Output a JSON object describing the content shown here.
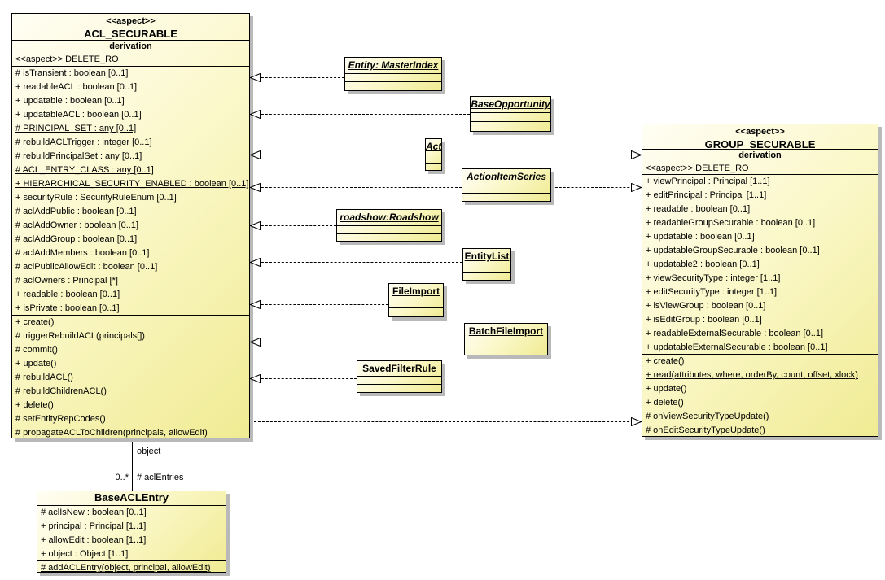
{
  "diagram": {
    "background": "#ffffff",
    "box_fill_top": "#fffef4",
    "box_fill_bottom": "#f0eb93",
    "border_color": "#000000",
    "shadow_color": "#b9b9b9"
  },
  "classes": {
    "acl_securable": {
      "stereotype": "<<aspect>>",
      "name": "ACL_SECURABLE",
      "tag": "derivation",
      "substereotype": "<<aspect>> DELETE_RO",
      "attributes": [
        "# isTransient : boolean [0..1]",
        "+ readableACL : boolean [0..1]",
        "+ updatable : boolean [0..1]",
        "+ updatableACL : boolean [0..1]",
        {
          "text": "# PRINCIPAL_SET : any [0..1]",
          "static": true
        },
        "# rebuildACLTrigger : integer [0..1]",
        "# rebuildPrincipalSet : any [0..1]",
        {
          "text": "# ACL_ENTRY_CLASS : any [0..1]",
          "static": true
        },
        {
          "text": "+ HIERARCHICAL_SECURITY_ENABLED : boolean [0..1]",
          "static": true
        },
        "+ securityRule : SecurityRuleEnum [0..1]",
        "# aclAddPublic : boolean [0..1]",
        "# aclAddOwner : boolean [0..1]",
        "# aclAddGroup : boolean [0..1]",
        "# aclAddMembers : boolean [0..1]",
        "# aclPublicAllowEdit : boolean [0..1]",
        "# aclOwners : Principal [*]",
        "+ readable : boolean [0..1]",
        "+ isPrivate : boolean [0..1]"
      ],
      "methods": [
        "+ create()",
        "# triggerRebuildACL(principals[])",
        "# commit()",
        "+ update()",
        "# rebuildACL()",
        "# rebuildChildrenACL()",
        "+ delete()",
        "# setEntityRepCodes()",
        "# propagateACLToChildren(principals, allowEdit)"
      ]
    },
    "group_securable": {
      "stereotype": "<<aspect>>",
      "name": "GROUP_SECURABLE",
      "tag": "derivation",
      "substereotype": "<<aspect>> DELETE_RO",
      "attributes": [
        "+ viewPrincipal : Principal [1..1]",
        "+ editPrincipal : Principal [1..1]",
        "+ readable : boolean [0..1]",
        "+ readableGroupSecurable : boolean [0..1]",
        "+ updatable : boolean [0..1]",
        "+ updatableGroupSecurable : boolean [0..1]",
        "+ updatable2 : boolean [0..1]",
        "+ viewSecurityType : integer [1..1]",
        "+ editSecurityType : integer [1..1]",
        "+ isViewGroup : boolean [0..1]",
        "+ isEditGroup : boolean [0..1]",
        "+ readableExternalSecurable : boolean [0..1]",
        "+ updatableExternalSecurable : boolean [0..1]"
      ],
      "methods": [
        "+ create()",
        {
          "text": "+ read(attributes, where, orderBy, count, offset, xlock)",
          "static": true
        },
        "+ update()",
        "+ delete()",
        "# onViewSecurityTypeUpdate()",
        "# onEditSecurityTypeUpdate()"
      ]
    },
    "base_acl_entry": {
      "name": "BaseACLEntry",
      "attributes": [
        "# aclIsNew : boolean [0..1]",
        "+ principal : Principal [1..1]",
        "+ allowEdit : boolean [1..1]",
        "+ object : Object [1..1]"
      ],
      "methods": [
        {
          "text": "# addACLEntry(object, principal, allowEdit)",
          "static": true
        }
      ]
    },
    "small": [
      {
        "name": "Entity: MasterIndex",
        "italic": true
      },
      {
        "name": "BaseOpportunity",
        "italic": true
      },
      {
        "name": "Act",
        "italic": true
      },
      {
        "name": "ActionItemSeries",
        "italic": true
      },
      {
        "name": "roadshow:Roadshow",
        "italic": true
      },
      {
        "name": "EntityList",
        "italic": false
      },
      {
        "name": "FileImport",
        "italic": false
      },
      {
        "name": "BatchFileImport",
        "italic": false
      },
      {
        "name": "SavedFilterRule",
        "italic": false
      }
    ]
  },
  "association": {
    "target_role": "object",
    "multiplicity": "0..*",
    "source_role": "# aclEntries"
  }
}
